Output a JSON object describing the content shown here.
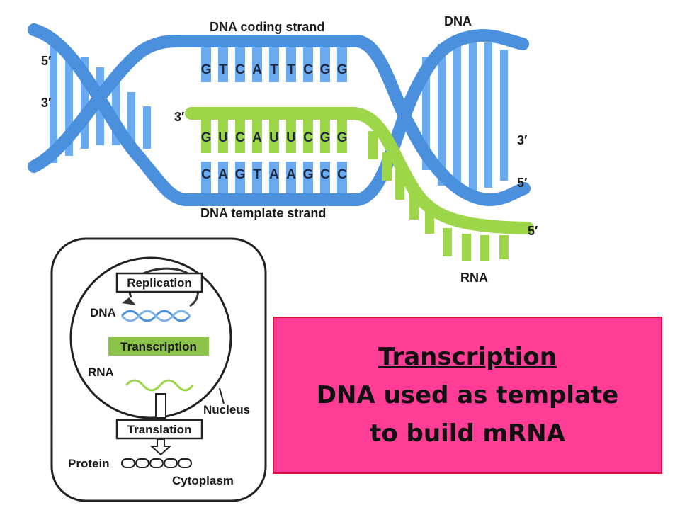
{
  "top": {
    "dna_label": "DNA",
    "coding_strand_label": "DNA coding strand",
    "template_strand_label": "DNA template strand",
    "rna_label": "RNA",
    "coding_bases": [
      "G",
      "T",
      "C",
      "A",
      "T",
      "T",
      "C",
      "G",
      "G"
    ],
    "rna_bases": [
      "G",
      "U",
      "C",
      "A",
      "U",
      "U",
      "C",
      "G",
      "G"
    ],
    "template_bases": [
      "C",
      "A",
      "G",
      "T",
      "A",
      "A",
      "G",
      "C",
      "C"
    ],
    "end_labels": {
      "left_top_5": "5′",
      "left_mid_3": "3′",
      "rna_start_3": "3′",
      "right_3": "3′",
      "right_5": "5′",
      "rna_end_5": "5′"
    },
    "colors": {
      "dna_blue": "#4a90dc",
      "rung_blue": "#6aaaf0",
      "rna_green": "#9ed64a"
    }
  },
  "inset": {
    "replication": "Replication",
    "dna": "DNA",
    "transcription": "Transcription",
    "rna": "RNA",
    "nucleus": "Nucleus",
    "translation": "Translation",
    "protein": "Protein",
    "cytoplasm": "Cytoplasm"
  },
  "callout": {
    "title": "Transcription",
    "line1": "DNA used as template",
    "line2": "to build mRNA",
    "bg_color": "#ff3c96"
  }
}
